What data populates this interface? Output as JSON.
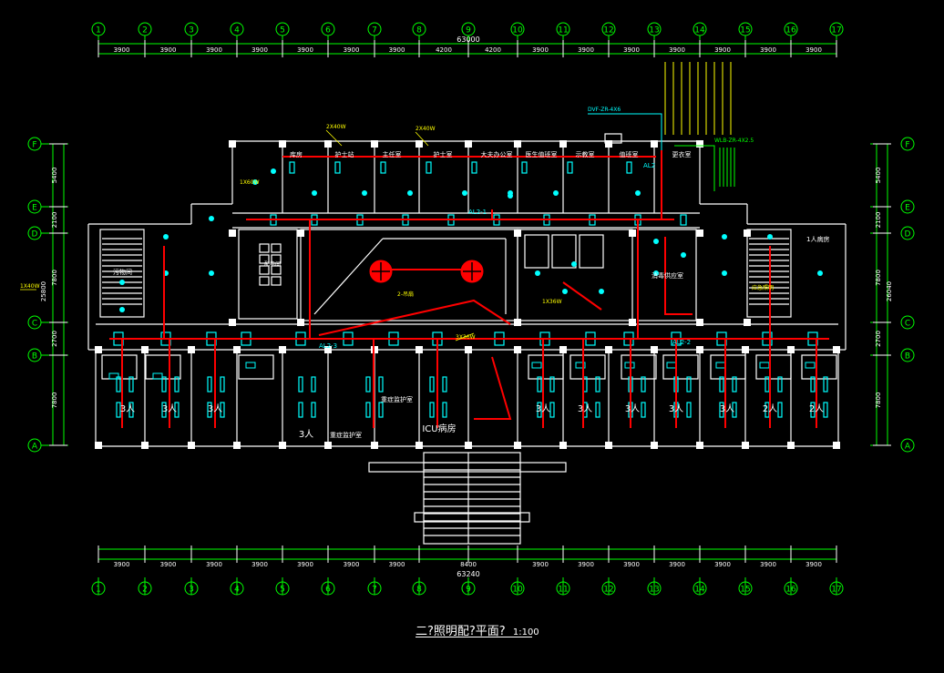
{
  "plan": {
    "title": "二?照明配?平面?",
    "scale": "1:100"
  },
  "grid": {
    "columns": [
      "1",
      "2",
      "3",
      "4",
      "5",
      "6",
      "7",
      "8",
      "9",
      "10",
      "11",
      "12",
      "13",
      "14",
      "15",
      "16",
      "17"
    ],
    "rows": [
      "F",
      "E",
      "D",
      "C",
      "B",
      "A"
    ],
    "top_dims": [
      "3900",
      "3900",
      "3900",
      "3900",
      "3900",
      "3900",
      "3900",
      "4200",
      "4200",
      "3900",
      "3900",
      "3900",
      "3900",
      "3900",
      "3900",
      "3900"
    ],
    "top_total": "63000",
    "bottom_dims": [
      "3900",
      "3900",
      "3900",
      "3900",
      "3900",
      "3900",
      "3900",
      "8400",
      "3900",
      "3900",
      "3900",
      "3900",
      "3900",
      "3900",
      "3900"
    ],
    "bottom_total": "63240",
    "left_dims": [
      "5400",
      "2100",
      "7800",
      "2700",
      "7800"
    ],
    "left_total": "25800",
    "right_dims": [
      "5400",
      "2100",
      "7800",
      "2700",
      "7800"
    ],
    "right_total": "26040"
  },
  "rooms": {
    "north": [
      "库房",
      "护士站",
      "主任室",
      "护士室",
      "大夫办公室",
      "医生值班室",
      "示教室",
      "值班室",
      "更衣室"
    ],
    "ward_beds": [
      "3人",
      "3人",
      "3人",
      "3人",
      "3人",
      "3人",
      "3人",
      "3人",
      "2人",
      "2人"
    ],
    "icu": "ICU病房",
    "icu_corridor": "3人",
    "icu_room": "重症监护室",
    "icu_side": "重症监护室",
    "storage": "污物间",
    "one_person": "1人病房",
    "equipment": "消毒供应室",
    "stair_room": "配电间"
  },
  "panels": {
    "ap1": "AL2-1",
    "ap2": "AL2",
    "ap3": "AL2-2",
    "ap4": "AL2-3",
    "feeder": "DVF-ZR-4X6",
    "riser": "WLB-ZR-4X2.5"
  },
  "annotations": {
    "fixture_a": "2X40W",
    "fixture_b": "2X40W",
    "fixture_c": "1X60W",
    "fixture_d": "1X40W",
    "fixture_e": "3X36W",
    "fixture_f": "1X36W",
    "fan_note": "2-吊扇",
    "emergency": "应急照明"
  },
  "colors": {
    "background": "#000000",
    "walls": "#ffffff",
    "wiring": "#ff0000",
    "fixtures": "#00ffff",
    "gridlines": "#00ff00",
    "labels": "#ffff00"
  }
}
